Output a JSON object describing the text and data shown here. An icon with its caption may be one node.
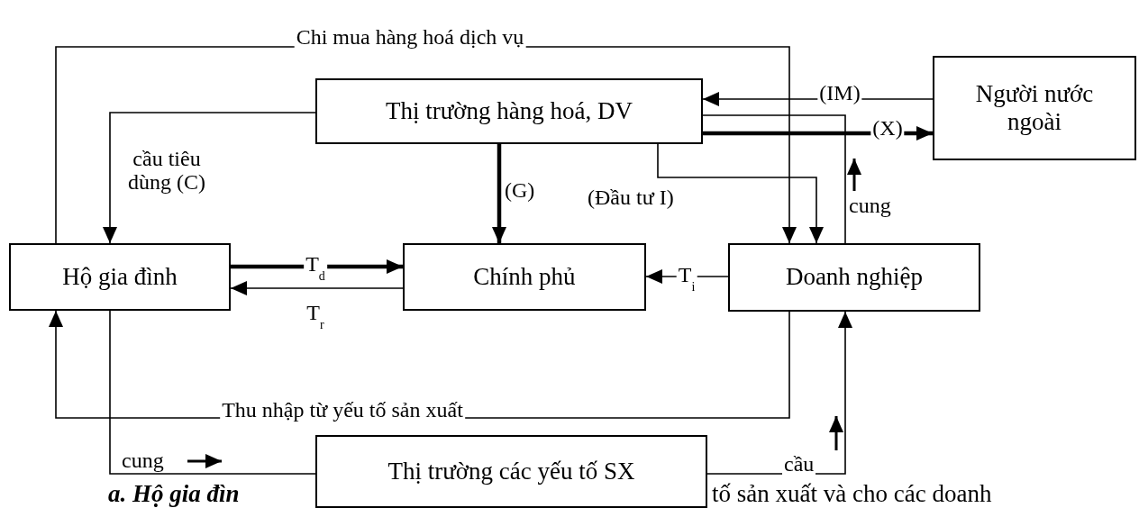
{
  "diagram": {
    "nodes": [
      {
        "text": [
          "Thị trường hàng hoá, DV"
        ]
      },
      {
        "text": [
          "Người nước ngoài"
        ]
      },
      {
        "text": [
          "Hộ gia đình"
        ]
      },
      {
        "text": [
          "Chính phủ"
        ]
      },
      {
        "text": [
          "Doanh nghiệp"
        ]
      },
      {
        "text": [
          "Thị trường các yếu tố SX"
        ]
      }
    ],
    "edges": [
      {
        "from": 2,
        "to": 4,
        "arrow": "to",
        "label": "Chi mua hàng hoá dịch vụ"
      },
      {
        "from": 0,
        "to": 2,
        "arrow": "to",
        "label": "cầu tiêu dùng (C)"
      },
      {
        "from": 0,
        "to": 3,
        "arrow": "to",
        "label": "(G)",
        "style": "thick"
      },
      {
        "from": 0,
        "to": 4,
        "arrow": "to",
        "label": "(Đầu tư I)"
      },
      {
        "from": 1,
        "to": 0,
        "arrow": "to",
        "label": "(IM)"
      },
      {
        "from": 0,
        "to": 1,
        "arrow": "to",
        "label": "(X)",
        "style": "thick"
      },
      {
        "from": 4,
        "to": 0,
        "arrow": "none",
        "label": "cung"
      },
      {
        "from": 2,
        "to": 3,
        "arrow": "to",
        "label": "T$_{d}$",
        "style": "thick"
      },
      {
        "from": 3,
        "to": 2,
        "arrow": "to",
        "label": "T$_{r}$"
      },
      {
        "from": 4,
        "to": 3,
        "arrow": "to",
        "label": "T$_{i}$"
      },
      {
        "from": 4,
        "to": 2,
        "arrow": "to",
        "label": "Thu nhập từ yếu tố sản xuất"
      },
      {
        "from": 2,
        "to": 5,
        "arrow": "none",
        "label": "cung"
      },
      {
        "from": 5,
        "to": 4,
        "arrow": "to",
        "label": "cầu"
      }
    ],
    "labels": [
      "a. Hộ gia đìn",
      "tố sản xuất và cho các doanh"
    ]
  }
}
